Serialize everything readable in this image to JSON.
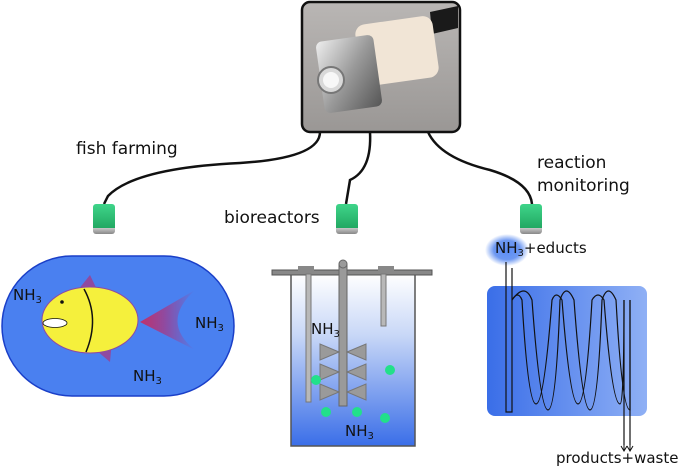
{
  "labels": {
    "fish_farming": "fish farming",
    "bioreactors": "bioreactors",
    "reaction_line1": "reaction",
    "reaction_line2": "monitoring",
    "nh3_base": "NH",
    "nh3_sub": "3",
    "educts": "+educts",
    "products_waste": "products+waste"
  },
  "colors": {
    "water_blue": "#4a80f0",
    "fish_yellow": "#f5f03c",
    "fin_purple": "#8f4aa0",
    "sensor_green": "#2fbf78",
    "bubble_green": "#22e08a",
    "housing_dark": "#222222",
    "vessel_blue": "#3a6ee8"
  }
}
